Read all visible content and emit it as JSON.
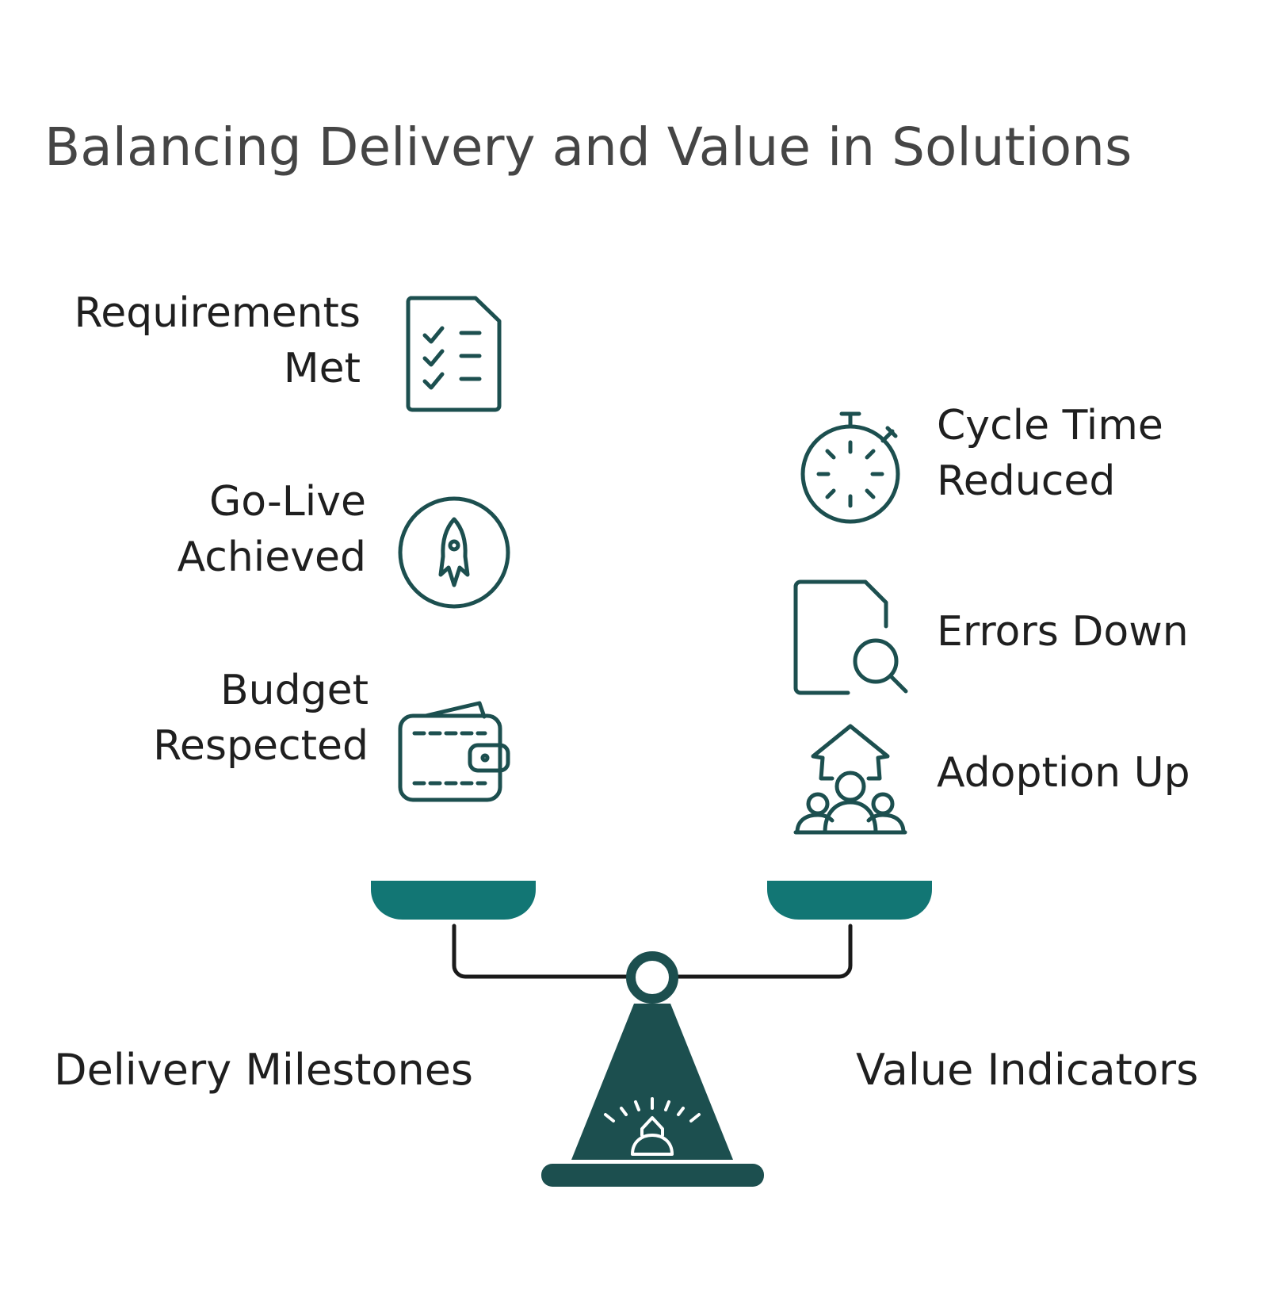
{
  "title": "Balancing Delivery and Value in Solutions",
  "left": {
    "heading": "Delivery Milestones",
    "items": [
      {
        "label": "Requirements\nMet",
        "icon": "checklist-document-icon"
      },
      {
        "label": "Go-Live\nAchieved",
        "icon": "rocket-icon"
      },
      {
        "label": "Budget\nRespected",
        "icon": "wallet-icon"
      }
    ]
  },
  "right": {
    "heading": "Value Indicators",
    "items": [
      {
        "label": "Cycle Time\nReduced",
        "icon": "stopwatch-icon"
      },
      {
        "label": "Errors Down",
        "icon": "document-search-icon"
      },
      {
        "label": "Adoption Up",
        "icon": "people-growth-icon"
      }
    ]
  },
  "colors": {
    "title": "#454545",
    "text": "#1f1f1f",
    "icon_stroke": "#1c4f4f",
    "pan": "#127674",
    "base": "#1c4f4f",
    "beam": "#1a1a1a"
  }
}
